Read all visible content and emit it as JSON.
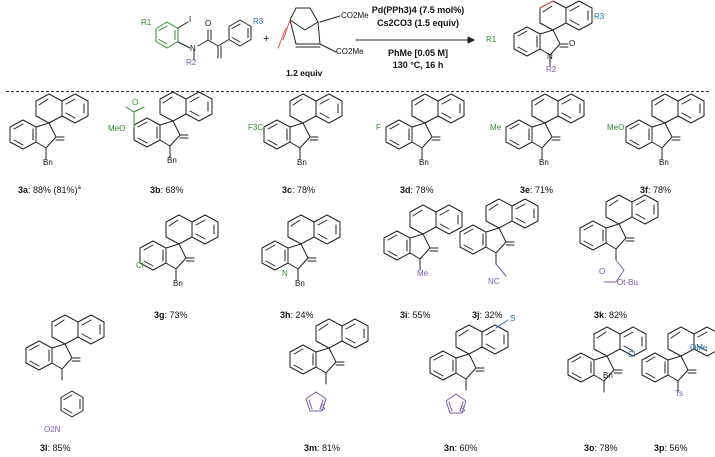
{
  "reaction": {
    "reagents": [
      "Pd(PPh3)4 (7.5 mol%)",
      "Cs2CO3 (1.5 equiv)"
    ],
    "conditions": [
      "PhMe [0.05 M]",
      "130 °C, 16 h"
    ],
    "equiv_label": "1.2 equiv",
    "plus": "+",
    "substituents": {
      "r1": "R1",
      "r2": "R2",
      "r3": "R3",
      "iodo": "I",
      "co2me_a": "CO2Me",
      "co2me_b": "CO2Me",
      "n": "N",
      "o": "O"
    }
  },
  "products": [
    {
      "id": "3a",
      "yield": ": 88% (81%)",
      "note": "a"
    },
    {
      "id": "3b",
      "yield": ": 68%"
    },
    {
      "id": "3c",
      "yield": ": 78%"
    },
    {
      "id": "3d",
      "yield": ": 78%"
    },
    {
      "id": "3e",
      "yield": ": 71%"
    },
    {
      "id": "3f",
      "yield": ": 78%"
    },
    {
      "id": "3g",
      "yield": ": 73%"
    },
    {
      "id": "3h",
      "yield": ": 24%"
    },
    {
      "id": "3i",
      "yield": ": 55%"
    },
    {
      "id": "3j",
      "yield": ": 32%"
    },
    {
      "id": "3k",
      "yield": ": 82%"
    },
    {
      "id": "3l",
      "yield": ": 85%"
    },
    {
      "id": "3m",
      "yield": ": 81%"
    },
    {
      "id": "3n",
      "yield": ": 60%"
    },
    {
      "id": "3o",
      "yield": ": 78%"
    },
    {
      "id": "3p",
      "yield": ": 56%"
    }
  ],
  "atom_labels": {
    "bn": "Bn",
    "o": "O",
    "n": "N",
    "me": "Me",
    "ts": "Ts",
    "s": "S",
    "f": "F",
    "cl": "Cl",
    "cf3": "F3C",
    "meo": "MeO",
    "meo2c": "MeO",
    "ome": "OMe",
    "nc": "NC",
    "otbu": "Ot-Bu",
    "no2": "O2N"
  },
  "colors": {
    "green": "#2e8b2e",
    "blue": "#1f6fb0",
    "purple": "#7a5ca8",
    "red": "#d9534f"
  }
}
